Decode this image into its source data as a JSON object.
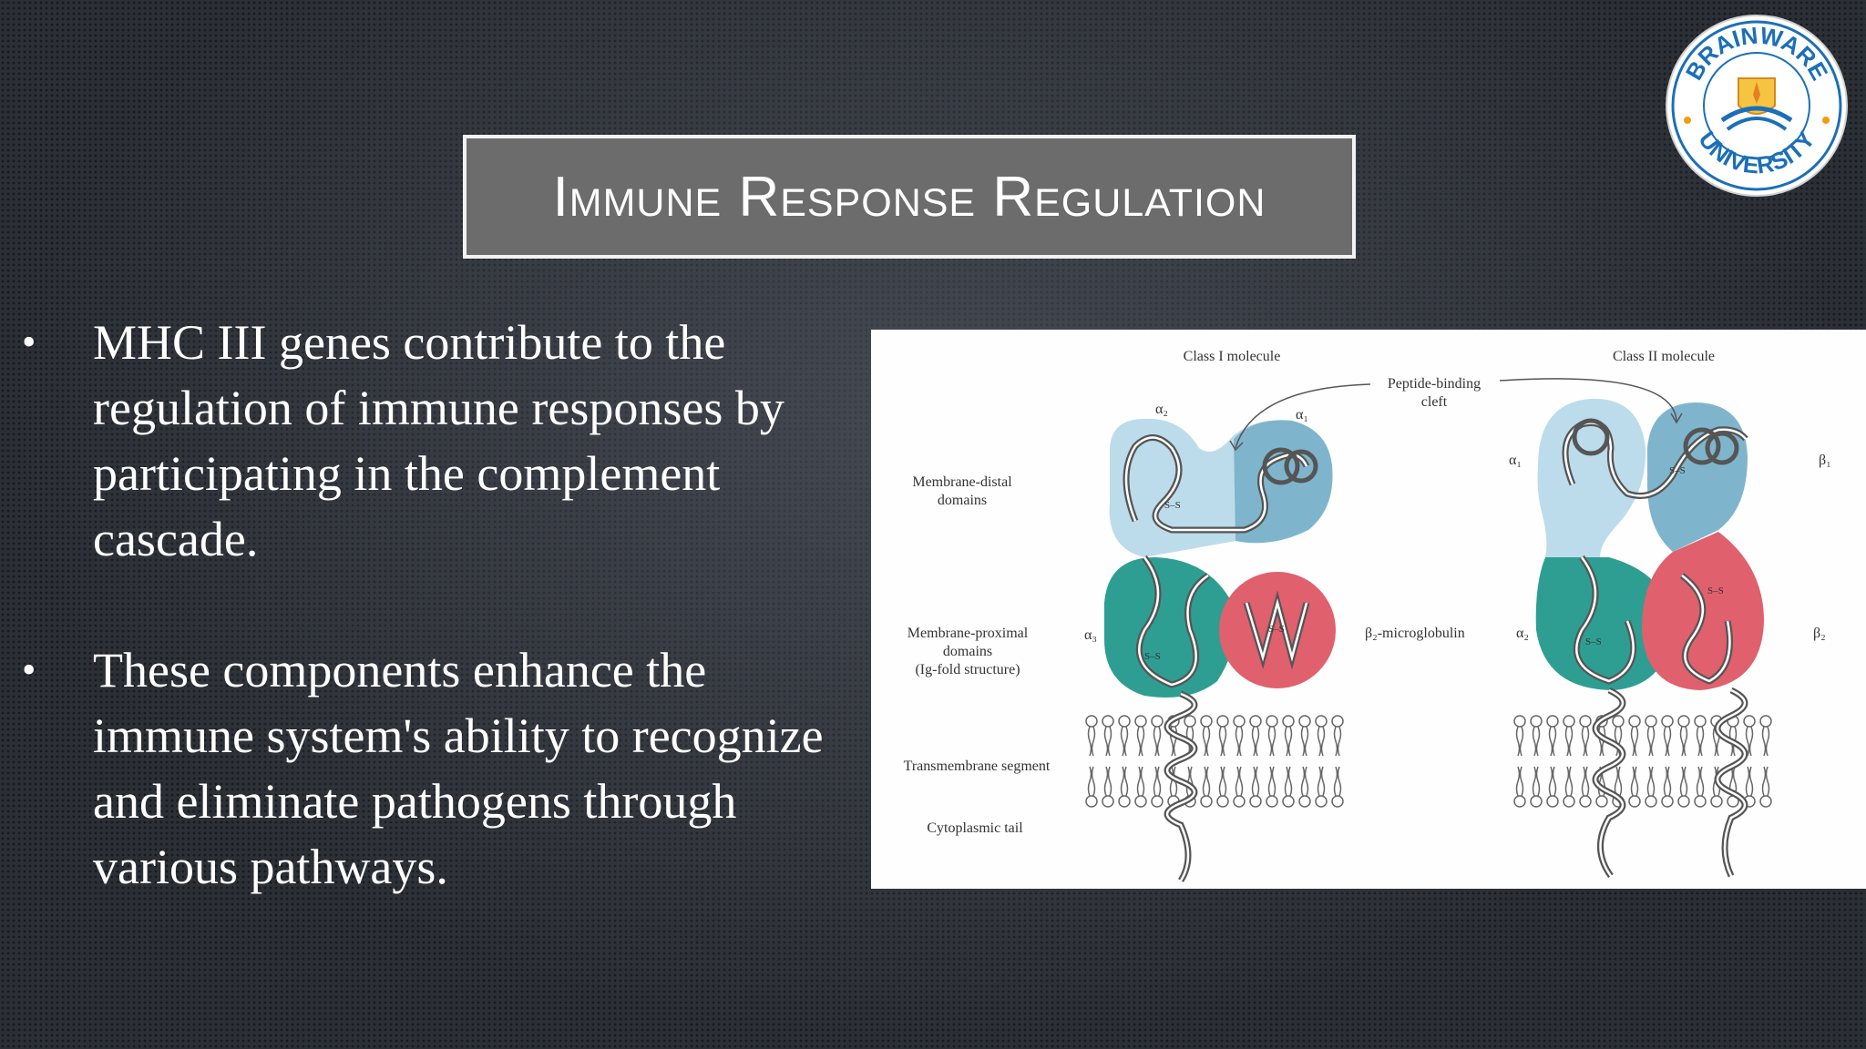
{
  "slide": {
    "title": "Immune Response Regulation",
    "bullets": [
      "MHC III genes contribute to the regulation of immune responses by participating in the complement cascade.",
      "These components enhance the immune system's ability to recognize and eliminate pathogens through various pathways."
    ],
    "bullet_symbol": "•"
  },
  "logo": {
    "top_text": "BRAINWARE",
    "bottom_text": "UNIVERSITY"
  },
  "figure": {
    "class1_title": "Class I molecule",
    "class2_title": "Class II molecule",
    "cleft_line1": "Peptide-binding",
    "cleft_line2": "cleft",
    "distal_line1": "Membrane-distal",
    "distal_line2": "domains",
    "proximal_line1": "Membrane-proximal",
    "proximal_line2": "domains",
    "proximal_line3": "(Ig-fold structure)",
    "transmembrane": "Transmembrane segment",
    "cytoplasmic": "Cytoplasmic tail",
    "alpha1": "α₁",
    "alpha2": "α₂",
    "alpha3": "α₃",
    "beta1": "β₁",
    "beta2": "β₂",
    "b2m": "β₂-microglobulin",
    "disulfide": "S–S",
    "colors": {
      "light_blue": "#bcdceb",
      "mid_blue": "#7fb5cc",
      "teal": "#2e9e92",
      "red": "#e0606d",
      "chain": "#555555"
    }
  }
}
